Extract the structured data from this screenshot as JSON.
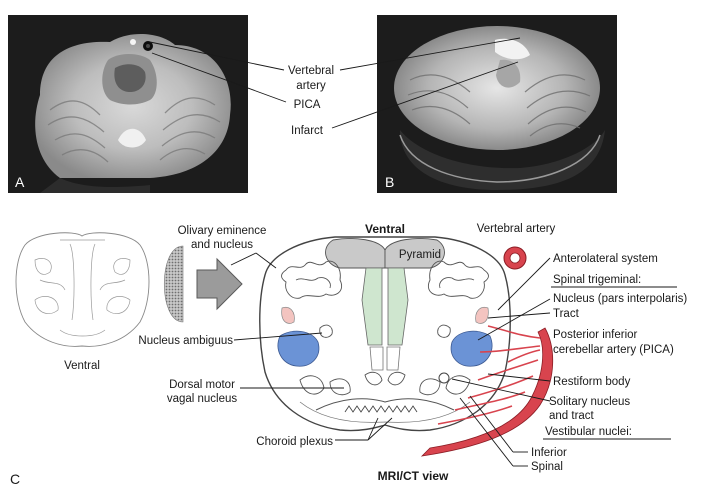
{
  "panels": {
    "a_letter": "A",
    "b_letter": "B",
    "c_letter": "C"
  },
  "mri_labels": {
    "vertebral_artery": [
      "Vertebral",
      "artery"
    ],
    "pica": "PICA",
    "infarct": "Infarct"
  },
  "diagram": {
    "view_caption": "MRI/CT view",
    "ventral_top": "Ventral",
    "pyramid": "Pyramid",
    "small_section_caption": "Ventral",
    "left_labels": {
      "olivary": [
        "Olivary eminence",
        "and nucleus"
      ],
      "nucleus_ambiguus": "Nucleus ambiguus",
      "dorsal_motor": [
        "Dorsal motor",
        "vagal nucleus"
      ],
      "choroid_plexus": "Choroid plexus"
    },
    "right_labels": {
      "vertebral_artery": "Vertebral artery",
      "anterolateral": "Anterolateral system",
      "spinal_trigeminal": "Spinal trigeminal:",
      "nucleus_pars": "Nucleus (pars interpolaris)",
      "tract": "Tract",
      "pica": [
        "Posterior inferior",
        "cerebellar artery (PICA)"
      ],
      "restiform": "Restiform body",
      "solitary": [
        "Solitary nucleus",
        "and tract"
      ],
      "vestibular": "Vestibular nuclei:",
      "inferior": "Inferior",
      "spinal": "Spinal"
    }
  },
  "colors": {
    "mri_background": "#1c1c1c",
    "artery_red": "#d8444e",
    "nucleus_blue": "#6b93d6",
    "tract_pink": "#f3c4c0",
    "pyramid_gray": "#c9c9c9",
    "corticospinal_green": "#cfe6cf"
  }
}
